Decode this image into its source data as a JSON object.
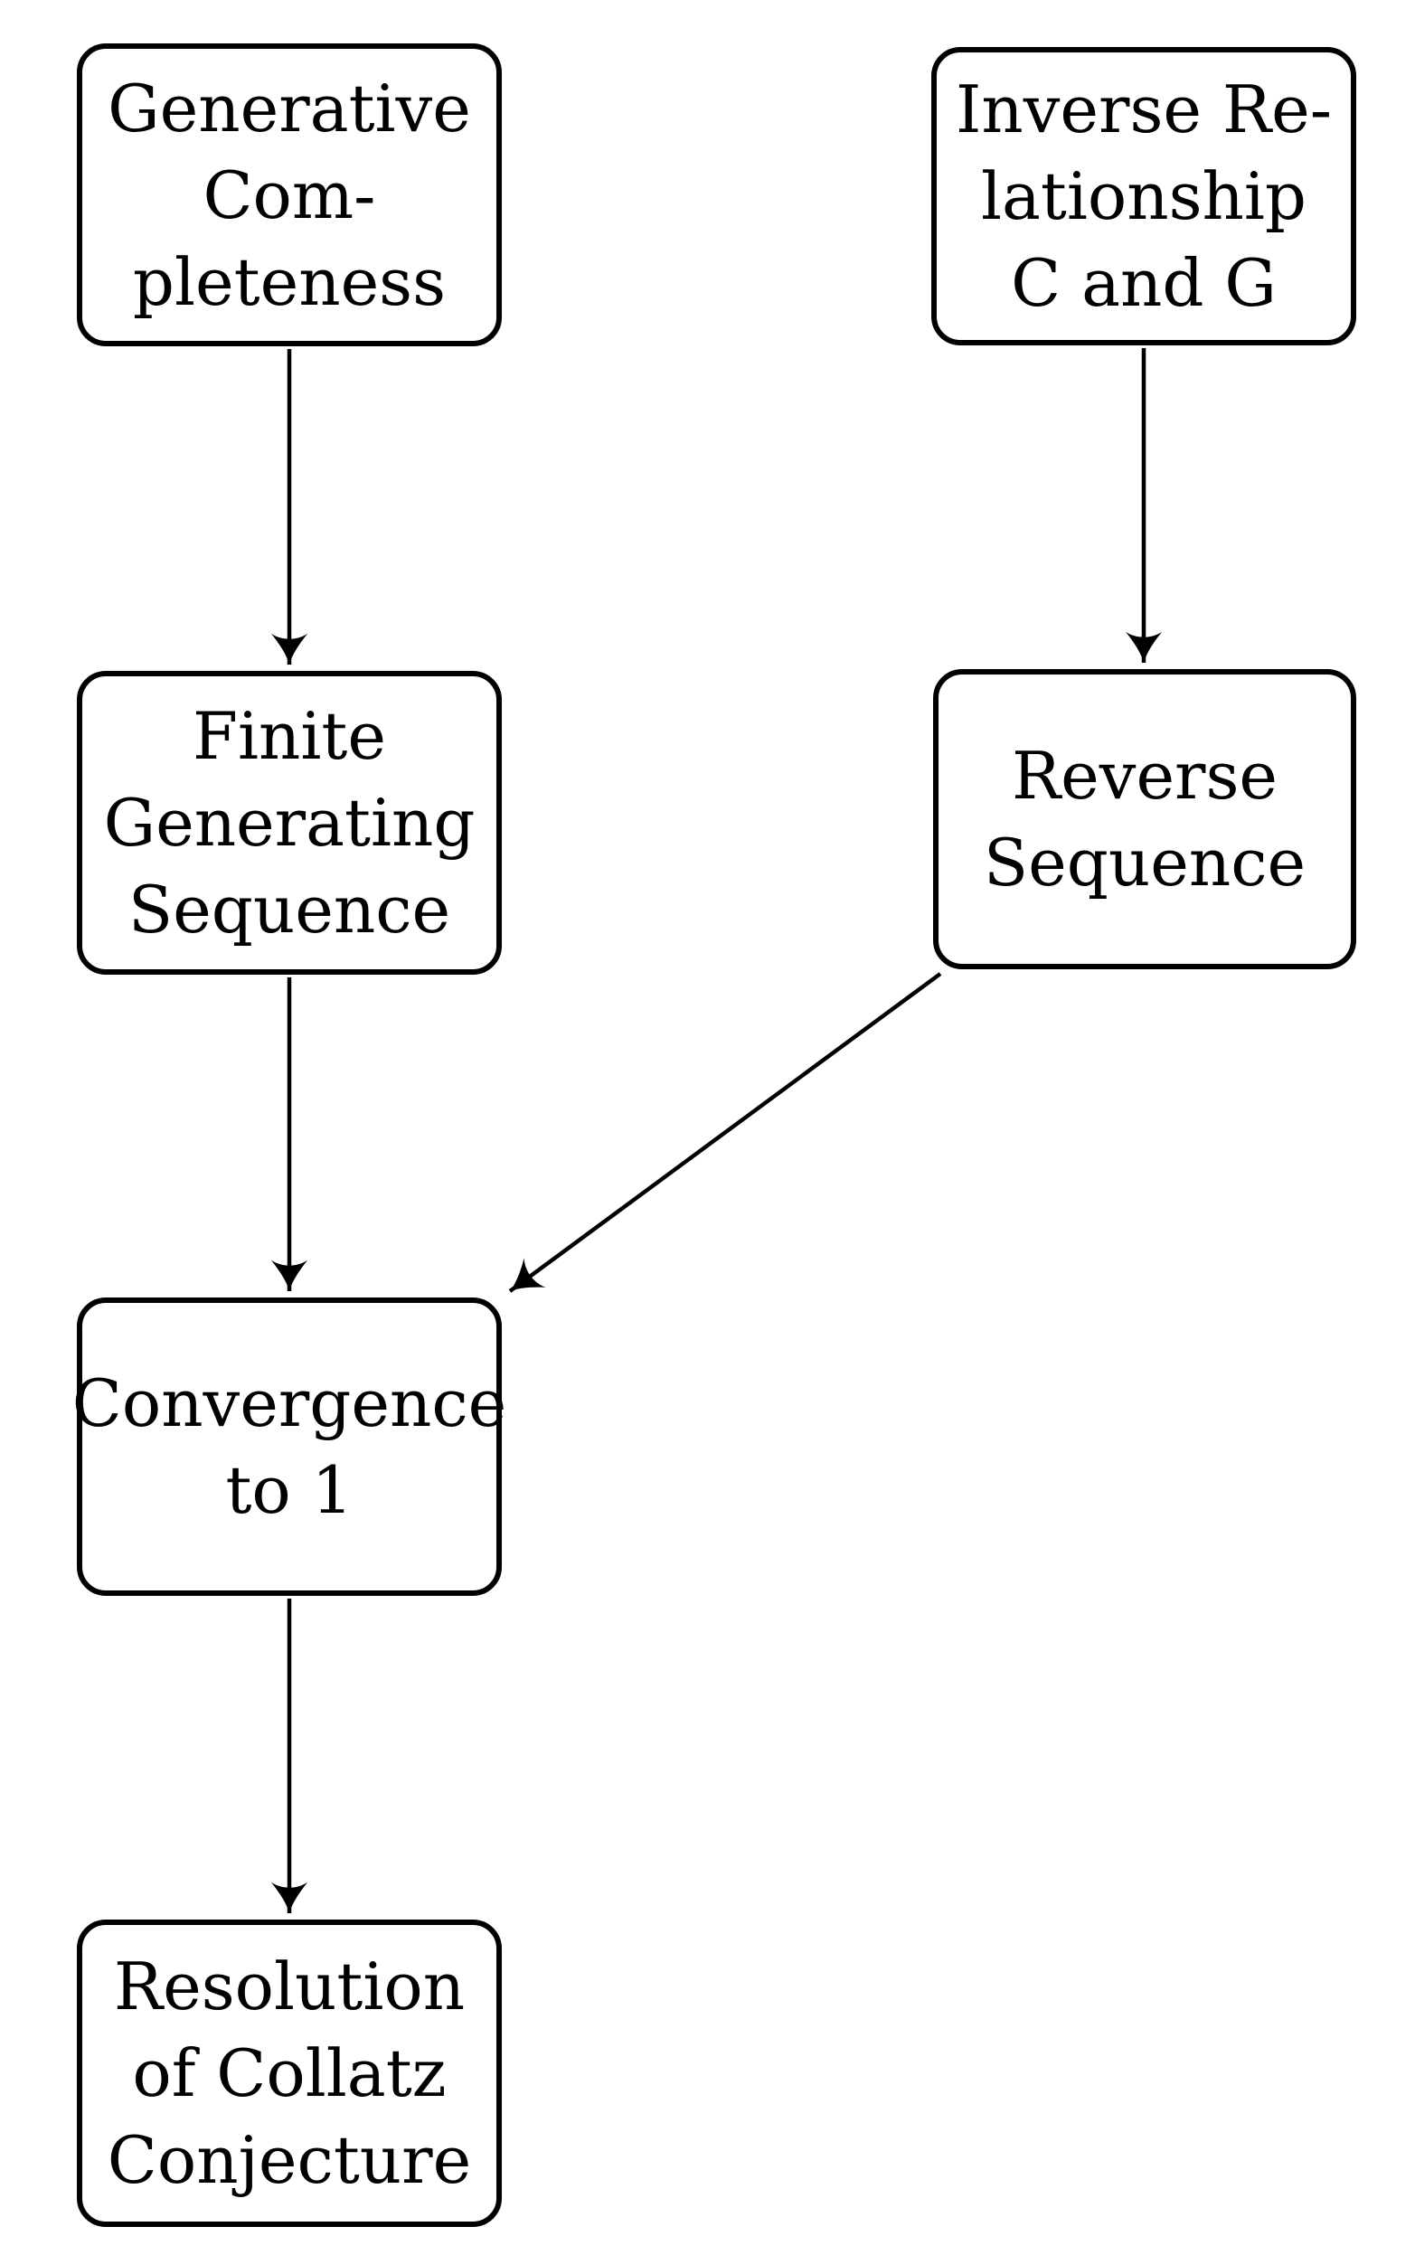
{
  "diagram": {
    "background_color": "#ffffff",
    "stroke_color": "#000000",
    "nodes": [
      {
        "id": "generative-completeness",
        "lines": [
          "Generative",
          "Com-",
          "pleteness"
        ]
      },
      {
        "id": "inverse-relationship-c-and-g",
        "lines": [
          "Inverse Re-",
          "lationship",
          "C and G"
        ]
      },
      {
        "id": "finite-generating-sequence",
        "lines": [
          "Finite",
          "Generating",
          "Sequence"
        ]
      },
      {
        "id": "reverse-sequence",
        "lines": [
          "Reverse",
          "Sequence"
        ]
      },
      {
        "id": "convergence-to-1",
        "lines": [
          "Convergence",
          "to 1"
        ]
      },
      {
        "id": "resolution-of-collatz-conjecture",
        "lines": [
          "Resolution",
          "of Collatz",
          "Conjecture"
        ]
      }
    ],
    "edges": [
      {
        "from": "generative-completeness",
        "to": "finite-generating-sequence"
      },
      {
        "from": "inverse-relationship-c-and-g",
        "to": "reverse-sequence"
      },
      {
        "from": "finite-generating-sequence",
        "to": "convergence-to-1"
      },
      {
        "from": "reverse-sequence",
        "to": "convergence-to-1"
      },
      {
        "from": "convergence-to-1",
        "to": "resolution-of-collatz-conjecture"
      }
    ]
  }
}
